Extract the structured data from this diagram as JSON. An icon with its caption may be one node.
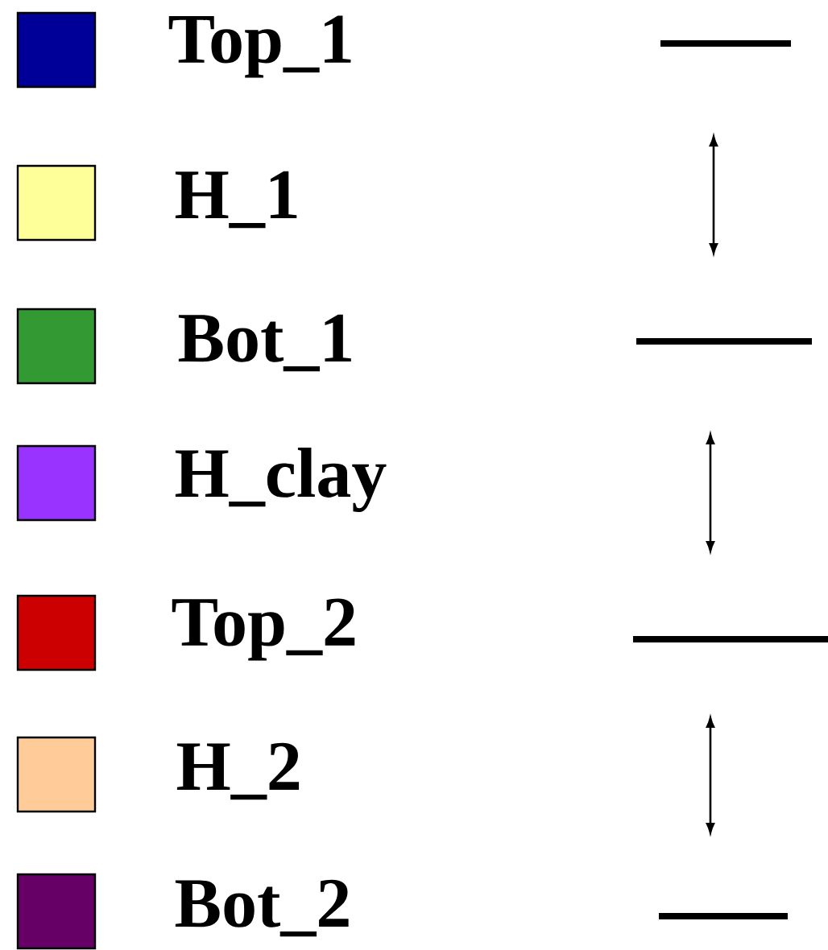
{
  "diagram": {
    "legend": [
      {
        "text": "Top_1",
        "color": "#000099"
      },
      {
        "text": "H_1",
        "color": "#ffff99"
      },
      {
        "text": "Bot_1",
        "color": "#339933"
      },
      {
        "text": "H_clay",
        "color": "#9933ff"
      },
      {
        "text": "Top_2",
        "color": "#cc0000"
      },
      {
        "text": "H_2",
        "color": "#ffcc99"
      },
      {
        "text": "Bot_2",
        "color": "#660066"
      }
    ]
  }
}
